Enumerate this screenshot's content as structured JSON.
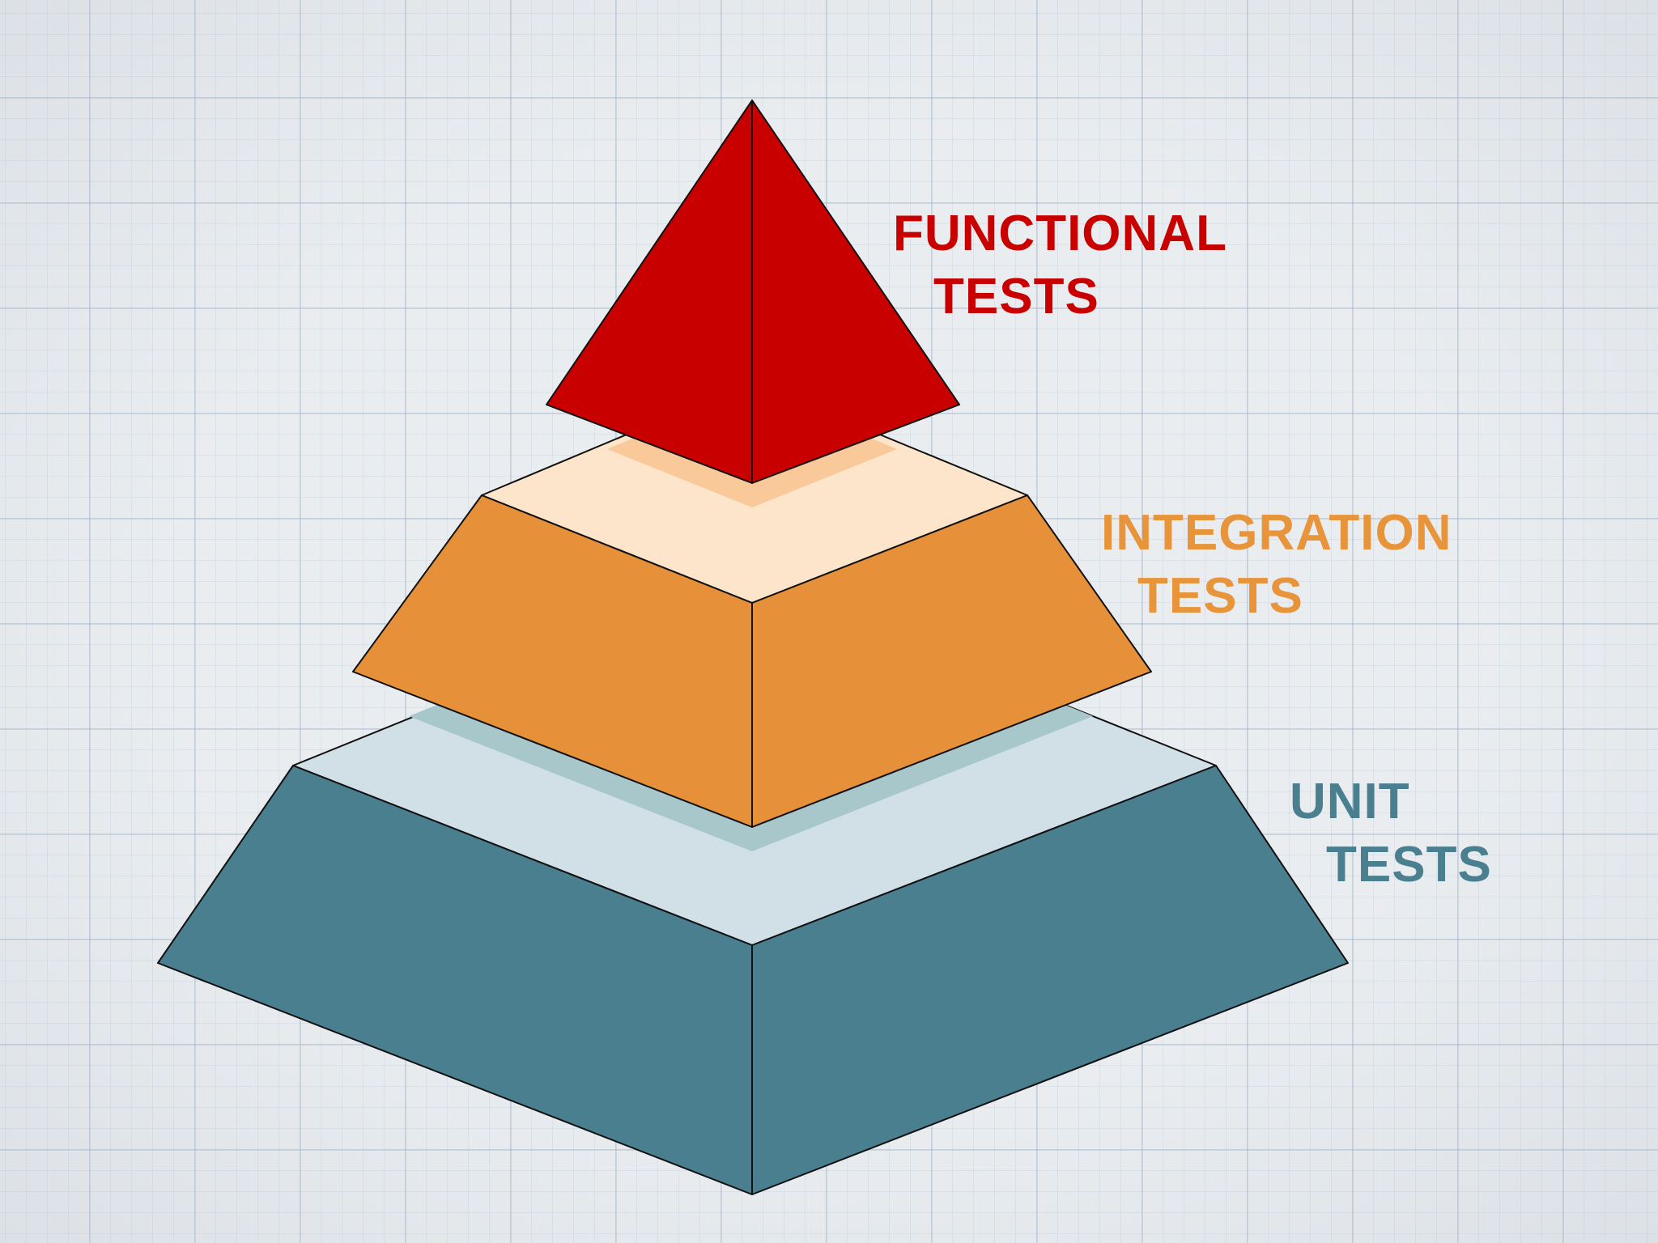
{
  "labels": {
    "functional": {
      "line1": "FUNCTIONAL",
      "line2": "TESTS",
      "color": "#c80000"
    },
    "integration": {
      "line1": "INTEGRATION",
      "line2": "TESTS",
      "color": "#e8943b"
    },
    "unit": {
      "line1": "UNIT",
      "line2": "TESTS",
      "color": "#4a7f8f"
    }
  },
  "colors": {
    "functional_face": "#c80000",
    "integration_face": "#e6913a",
    "integration_top": "#fde5cc",
    "integration_shadow": "#f9c99a",
    "unit_face": "#4a7f8f",
    "unit_top": "#d0e0e6",
    "unit_shadow": "#a8c7cb"
  }
}
